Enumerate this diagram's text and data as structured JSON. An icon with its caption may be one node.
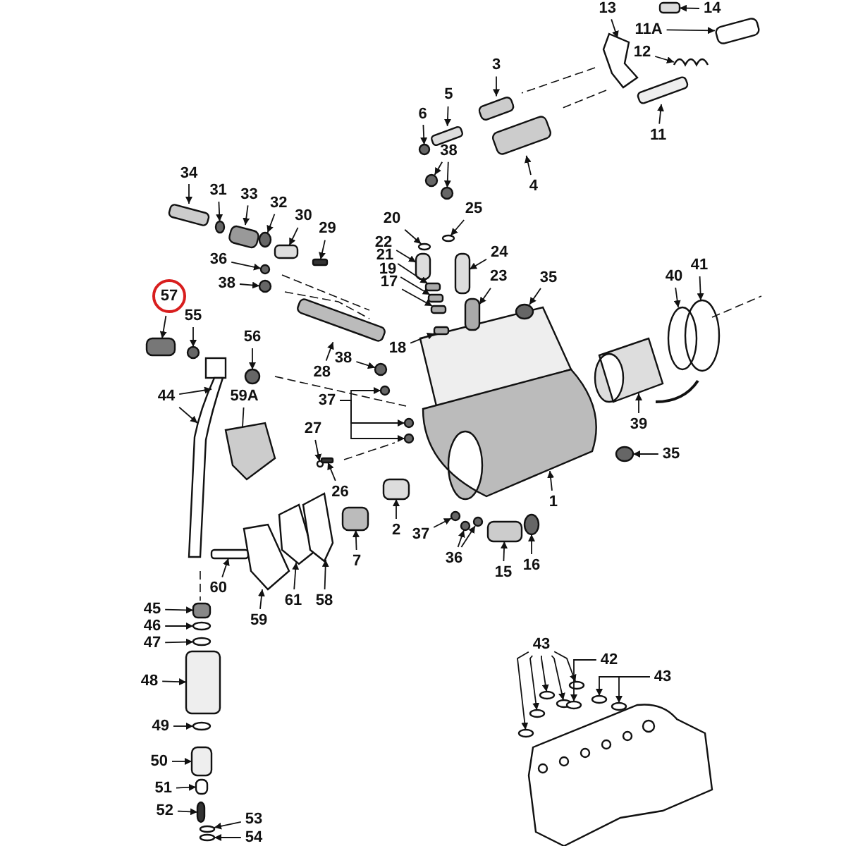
{
  "diagram": {
    "nodes": [
      {
        "text": [
          "13"
        ]
      },
      {
        "text": [
          "14"
        ]
      },
      {
        "text": [
          "11A"
        ]
      },
      {
        "text": [
          "12"
        ]
      },
      {
        "text": [
          "3"
        ]
      },
      {
        "text": [
          "5"
        ]
      },
      {
        "text": [
          "6"
        ]
      },
      {
        "text": [
          "38"
        ]
      },
      {
        "text": [
          "4"
        ]
      },
      {
        "text": [
          "11"
        ]
      },
      {
        "text": [
          "34"
        ]
      },
      {
        "text": [
          "31"
        ]
      },
      {
        "text": [
          "33"
        ]
      },
      {
        "text": [
          "32"
        ]
      },
      {
        "text": [
          "30"
        ]
      },
      {
        "text": [
          "29"
        ]
      },
      {
        "text": [
          "20"
        ]
      },
      {
        "text": [
          "25"
        ]
      },
      {
        "text": [
          "22"
        ]
      },
      {
        "text": [
          "24"
        ]
      },
      {
        "text": [
          "21"
        ]
      },
      {
        "text": [
          "19"
        ]
      },
      {
        "text": [
          "17"
        ]
      },
      {
        "text": [
          "23"
        ]
      },
      {
        "text": [
          "35"
        ]
      },
      {
        "text": [
          "18"
        ]
      },
      {
        "text": [
          "36"
        ]
      },
      {
        "text": [
          "38"
        ]
      },
      {
        "text": [
          "57"
        ]
      },
      {
        "text": [
          "55"
        ]
      },
      {
        "text": [
          "56"
        ]
      },
      {
        "text": [
          "28"
        ]
      },
      {
        "text": [
          "38"
        ]
      },
      {
        "text": [
          "44"
        ]
      },
      {
        "text": [
          "59A"
        ]
      },
      {
        "text": [
          "37"
        ]
      },
      {
        "text": [
          "27"
        ]
      },
      {
        "text": [
          "26"
        ]
      },
      {
        "text": [
          "41"
        ]
      },
      {
        "text": [
          "40"
        ]
      },
      {
        "text": [
          "39"
        ]
      },
      {
        "text": [
          "35"
        ]
      },
      {
        "text": [
          "1"
        ]
      },
      {
        "text": [
          "2"
        ]
      },
      {
        "text": [
          "7"
        ]
      },
      {
        "text": [
          "37"
        ]
      },
      {
        "text": [
          "36"
        ]
      },
      {
        "text": [
          "15"
        ]
      },
      {
        "text": [
          "16"
        ]
      },
      {
        "text": [
          "60"
        ]
      },
      {
        "text": [
          "59"
        ]
      },
      {
        "text": [
          "61"
        ]
      },
      {
        "text": [
          "58"
        ]
      },
      {
        "text": [
          "45"
        ]
      },
      {
        "text": [
          "46"
        ]
      },
      {
        "text": [
          "47"
        ]
      },
      {
        "text": [
          "48"
        ]
      },
      {
        "text": [
          "49"
        ]
      },
      {
        "text": [
          "50"
        ]
      },
      {
        "text": [
          "51"
        ]
      },
      {
        "text": [
          "52"
        ]
      },
      {
        "text": [
          "53"
        ]
      },
      {
        "text": [
          "54"
        ]
      },
      {
        "text": [
          "43"
        ]
      },
      {
        "text": [
          "42"
        ]
      },
      {
        "text": [
          "43"
        ]
      },
      {
        "text": [],
        "shape": "picture"
      },
      {
        "text": [],
        "shape": "box"
      },
      {
        "text": [],
        "shape": "box"
      },
      {
        "text": [],
        "shape": "picture"
      },
      {
        "text": [],
        "shape": "box"
      },
      {
        "text": [],
        "shape": "box"
      },
      {
        "text": [],
        "shape": "circle"
      },
      {
        "text": [],
        "shape": "circle"
      },
      {
        "text": [],
        "shape": "circle"
      },
      {
        "text": [],
        "shape": "box"
      },
      {
        "text": [],
        "shape": "box"
      },
      {
        "text": [],
        "shape": "box"
      },
      {
        "text": [],
        "shape": "circle"
      },
      {
        "text": [],
        "shape": "box"
      },
      {
        "text": [],
        "shape": "circle"
      },
      {
        "text": [],
        "shape": "box"
      },
      {
        "text": [],
        "shape": "box"
      },
      {
        "text": [],
        "shape": "circle"
      },
      {
        "text": [],
        "shape": "circle"
      },
      {
        "text": [],
        "shape": "box"
      },
      {
        "text": [],
        "shape": "box"
      },
      {
        "text": [],
        "shape": "box"
      },
      {
        "text": [],
        "shape": "box"
      },
      {
        "text": [],
        "shape": "box"
      },
      {
        "text": [],
        "shape": "box"
      },
      {
        "text": [],
        "shape": "circle"
      },
      {
        "text": [],
        "shape": "box"
      },
      {
        "text": [],
        "shape": "circle"
      },
      {
        "text": [],
        "shape": "circle"
      },
      {
        "text": [],
        "shape": "box"
      },
      {
        "text": [],
        "shape": "circle"
      },
      {
        "text": [],
        "shape": "circle"
      },
      {
        "text": [],
        "shape": "box"
      },
      {
        "text": [],
        "shape": "circle"
      },
      {
        "text": [],
        "shape": "picture"
      },
      {
        "text": [],
        "shape": "picture"
      },
      {
        "text": [],
        "shape": "circle"
      },
      {
        "text": [],
        "shape": "circle"
      },
      {
        "text": [],
        "shape": "circle"
      },
      {
        "text": [],
        "shape": "circle"
      },
      {
        "text": [],
        "shape": "box"
      },
      {
        "text": [],
        "shape": "circle"
      },
      {
        "text": [],
        "shape": "circle"
      },
      {
        "text": [],
        "shape": "picture"
      },
      {
        "text": [],
        "shape": "circle"
      },
      {
        "text": [],
        "shape": "picture"
      },
      {
        "text": [],
        "shape": "box"
      },
      {
        "text": [],
        "shape": "box"
      },
      {
        "text": [],
        "shape": "circle"
      },
      {
        "text": [],
        "shape": "circle"
      },
      {
        "text": [],
        "shape": "circle"
      },
      {
        "text": [],
        "shape": "box"
      },
      {
        "text": [],
        "shape": "circle"
      },
      {
        "text": [],
        "shape": "box"
      },
      {
        "text": [],
        "shape": "picture"
      },
      {
        "text": [],
        "shape": "picture"
      },
      {
        "text": [],
        "shape": "picture"
      },
      {
        "text": [],
        "shape": "box"
      },
      {
        "text": [],
        "shape": "circle"
      },
      {
        "text": [],
        "shape": "circle"
      },
      {
        "text": [],
        "shape": "box"
      },
      {
        "text": [],
        "shape": "circle"
      },
      {
        "text": [],
        "shape": "box"
      },
      {
        "text": [],
        "shape": "box"
      },
      {
        "text": [],
        "shape": "box"
      },
      {
        "text": [],
        "shape": "circle"
      },
      {
        "text": [],
        "shape": "circle"
      },
      {
        "text": [],
        "shape": "circle"
      },
      {
        "text": [],
        "shape": "circle"
      },
      {
        "text": [],
        "shape": "circle"
      },
      {
        "text": [],
        "shape": "circle"
      },
      {
        "text": [],
        "shape": "circle"
      },
      {
        "text": [],
        "shape": "circle"
      },
      {
        "text": [],
        "shape": "circle"
      },
      {
        "text": [],
        "shape": "circle"
      }
    ],
    "edges": [
      {
        "from": 0,
        "to": 66,
        "arrow": "to"
      },
      {
        "from": 1,
        "to": 67,
        "arrow": "to"
      },
      {
        "from": 2,
        "to": 68,
        "arrow": "to"
      },
      {
        "from": 3,
        "to": 69,
        "arrow": "to"
      },
      {
        "from": 4,
        "to": 70,
        "arrow": "to"
      },
      {
        "from": 5,
        "to": 71,
        "arrow": "to"
      },
      {
        "from": 6,
        "to": 72,
        "arrow": "to"
      },
      {
        "from": 7,
        "to": 73,
        "arrow": "to"
      },
      {
        "from": 7,
        "to": 74,
        "arrow": "to"
      },
      {
        "from": 8,
        "to": 75,
        "arrow": "to"
      },
      {
        "from": 9,
        "to": 76,
        "arrow": "to"
      },
      {
        "from": 10,
        "to": 77,
        "arrow": "to"
      },
      {
        "from": 11,
        "to": 78,
        "arrow": "to"
      },
      {
        "from": 12,
        "to": 79,
        "arrow": "to"
      },
      {
        "from": 13,
        "to": 80,
        "arrow": "to"
      },
      {
        "from": 14,
        "to": 81,
        "arrow": "to"
      },
      {
        "from": 15,
        "to": 82,
        "arrow": "to"
      },
      {
        "from": 16,
        "to": 83,
        "arrow": "to"
      },
      {
        "from": 17,
        "to": 84,
        "arrow": "to"
      },
      {
        "from": 18,
        "to": 85,
        "arrow": "to"
      },
      {
        "from": 19,
        "to": 86,
        "arrow": "to"
      },
      {
        "from": 20,
        "to": 87,
        "arrow": "to"
      },
      {
        "from": 21,
        "to": 88,
        "arrow": "to"
      },
      {
        "from": 22,
        "to": 89,
        "arrow": "to"
      },
      {
        "from": 23,
        "to": 90,
        "arrow": "to"
      },
      {
        "from": 24,
        "to": 91,
        "arrow": "to"
      },
      {
        "from": 25,
        "to": 92,
        "arrow": "to"
      },
      {
        "from": 26,
        "to": 93,
        "arrow": "to"
      },
      {
        "from": 27,
        "to": 94,
        "arrow": "to"
      },
      {
        "from": 28,
        "to": 95,
        "arrow": "to"
      },
      {
        "from": 29,
        "to": 96,
        "arrow": "to"
      },
      {
        "from": 30,
        "to": 97,
        "arrow": "to"
      },
      {
        "from": 31,
        "to": 98,
        "arrow": "to"
      },
      {
        "from": 32,
        "to": 99,
        "arrow": "to"
      },
      {
        "from": 33,
        "to": 100,
        "arrow": "to"
      },
      {
        "from": 33,
        "to": 100,
        "arrow": "to"
      },
      {
        "from": 34,
        "to": 101,
        "arrow": "none"
      },
      {
        "from": 35,
        "to": 102,
        "arrow": "to"
      },
      {
        "from": 35,
        "to": 103,
        "arrow": "to"
      },
      {
        "from": 35,
        "to": 104,
        "arrow": "to"
      },
      {
        "from": 36,
        "to": 105,
        "arrow": "to"
      },
      {
        "from": 37,
        "to": 106,
        "arrow": "to"
      },
      {
        "from": 38,
        "to": 107,
        "arrow": "to"
      },
      {
        "from": 39,
        "to": 108,
        "arrow": "to"
      },
      {
        "from": 40,
        "to": 109,
        "arrow": "to"
      },
      {
        "from": 41,
        "to": 110,
        "arrow": "to"
      },
      {
        "from": 42,
        "to": 111,
        "arrow": "to"
      },
      {
        "from": 43,
        "to": 112,
        "arrow": "to"
      },
      {
        "from": 44,
        "to": 113,
        "arrow": "to"
      },
      {
        "from": 45,
        "to": 114,
        "arrow": "to"
      },
      {
        "from": 46,
        "to": 115,
        "arrow": "to"
      },
      {
        "from": 46,
        "to": 116,
        "arrow": "to"
      },
      {
        "from": 47,
        "to": 117,
        "arrow": "to"
      },
      {
        "from": 48,
        "to": 118,
        "arrow": "to"
      },
      {
        "from": 49,
        "to": 119,
        "arrow": "to"
      },
      {
        "from": 50,
        "to": 120,
        "arrow": "to"
      },
      {
        "from": 51,
        "to": 121,
        "arrow": "to"
      },
      {
        "from": 52,
        "to": 122,
        "arrow": "to"
      },
      {
        "from": 53,
        "to": 123,
        "arrow": "to"
      },
      {
        "from": 54,
        "to": 124,
        "arrow": "to"
      },
      {
        "from": 55,
        "to": 125,
        "arrow": "to"
      },
      {
        "from": 56,
        "to": 126,
        "arrow": "to"
      },
      {
        "from": 57,
        "to": 127,
        "arrow": "to"
      },
      {
        "from": 58,
        "to": 128,
        "arrow": "to"
      },
      {
        "from": 59,
        "to": 129,
        "arrow": "to"
      },
      {
        "from": 60,
        "to": 130,
        "arrow": "to"
      },
      {
        "from": 61,
        "to": 131,
        "arrow": "to"
      },
      {
        "from": 62,
        "to": 132,
        "arrow": "to"
      },
      {
        "from": 63,
        "to": 133,
        "arrow": "to"
      },
      {
        "from": 63,
        "to": 134,
        "arrow": "to"
      },
      {
        "from": 63,
        "to": 135,
        "arrow": "to"
      },
      {
        "from": 63,
        "to": 136,
        "arrow": "to"
      },
      {
        "from": 63,
        "to": 137,
        "arrow": "to"
      },
      {
        "from": 64,
        "to": 138,
        "arrow": "to"
      },
      {
        "from": 65,
        "to": 139,
        "arrow": "to"
      },
      {
        "from": 65,
        "to": 140,
        "arrow": "to"
      }
    ]
  }
}
